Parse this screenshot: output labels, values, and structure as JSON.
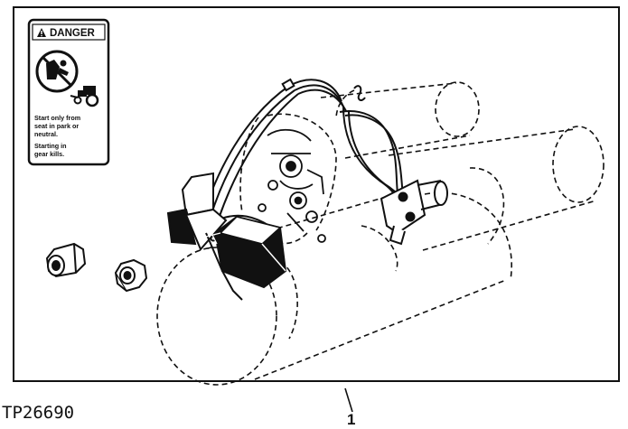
{
  "figure": {
    "id_label": "TP26690",
    "callout_number": "1"
  },
  "decal": {
    "header": "DANGER",
    "lines": [
      "Start only from",
      "seat in park or",
      "neutral.",
      "Starting in",
      "gear kills."
    ]
  }
}
